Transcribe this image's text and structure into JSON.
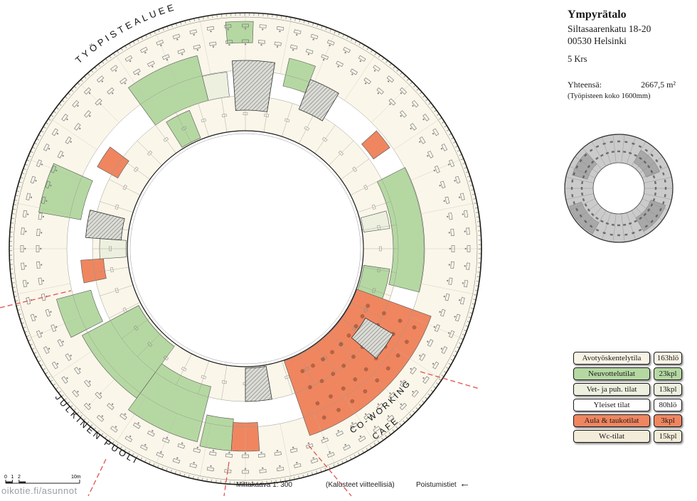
{
  "title": {
    "building": "Ympyrätalo",
    "address": "Siltasaarenkatu 18-20",
    "city": "00530 Helsinki",
    "floor": "5 Krs",
    "total_label": "Yhteensä:",
    "total_value": "2667,5 m²",
    "note": "(Työpisteen koko 1600mm)"
  },
  "plan_labels": {
    "workstations": "TYÖPISTEALUEET",
    "public": "JULKINEN PUOLI",
    "coworking": "CO-WORKING",
    "cafe": "CAFE"
  },
  "legend": {
    "items": [
      {
        "label": "Avotyöskentelytila",
        "value": "163hlö",
        "color": "open"
      },
      {
        "label": "Neuvottelutilat",
        "value": "23kpl",
        "color": "meeting"
      },
      {
        "label": "Vet- ja puh. tilat",
        "value": "13kpl",
        "color": "quiet"
      },
      {
        "label": "Yleiset tilat",
        "value": "80hlö",
        "color": "common"
      },
      {
        "label": "Aula & taukotilat",
        "value": "3kpl",
        "color": "lounge"
      },
      {
        "label": "Wc-tilat",
        "value": "15kpl",
        "color": "wc"
      }
    ]
  },
  "footer": {
    "scale": "Mittakaava 1: 300",
    "furniture_note": "(Kalusteet viitteellisiä)",
    "exits": "Poistumistiet",
    "arrow": "←",
    "scale_numbers": [
      "0",
      "1",
      "2"
    ],
    "scale_end": "10m"
  },
  "watermark": "oikotie.fi/asunnot",
  "colors": {
    "open": "#f8f3e5",
    "meeting": "#b5d8a2",
    "quiet": "#edf0df",
    "common": "#ffffff",
    "lounge": "#ef8660",
    "wc": "#f3ecd9",
    "exit_route": "#e0524d",
    "plan_base": "#faf6ea"
  }
}
